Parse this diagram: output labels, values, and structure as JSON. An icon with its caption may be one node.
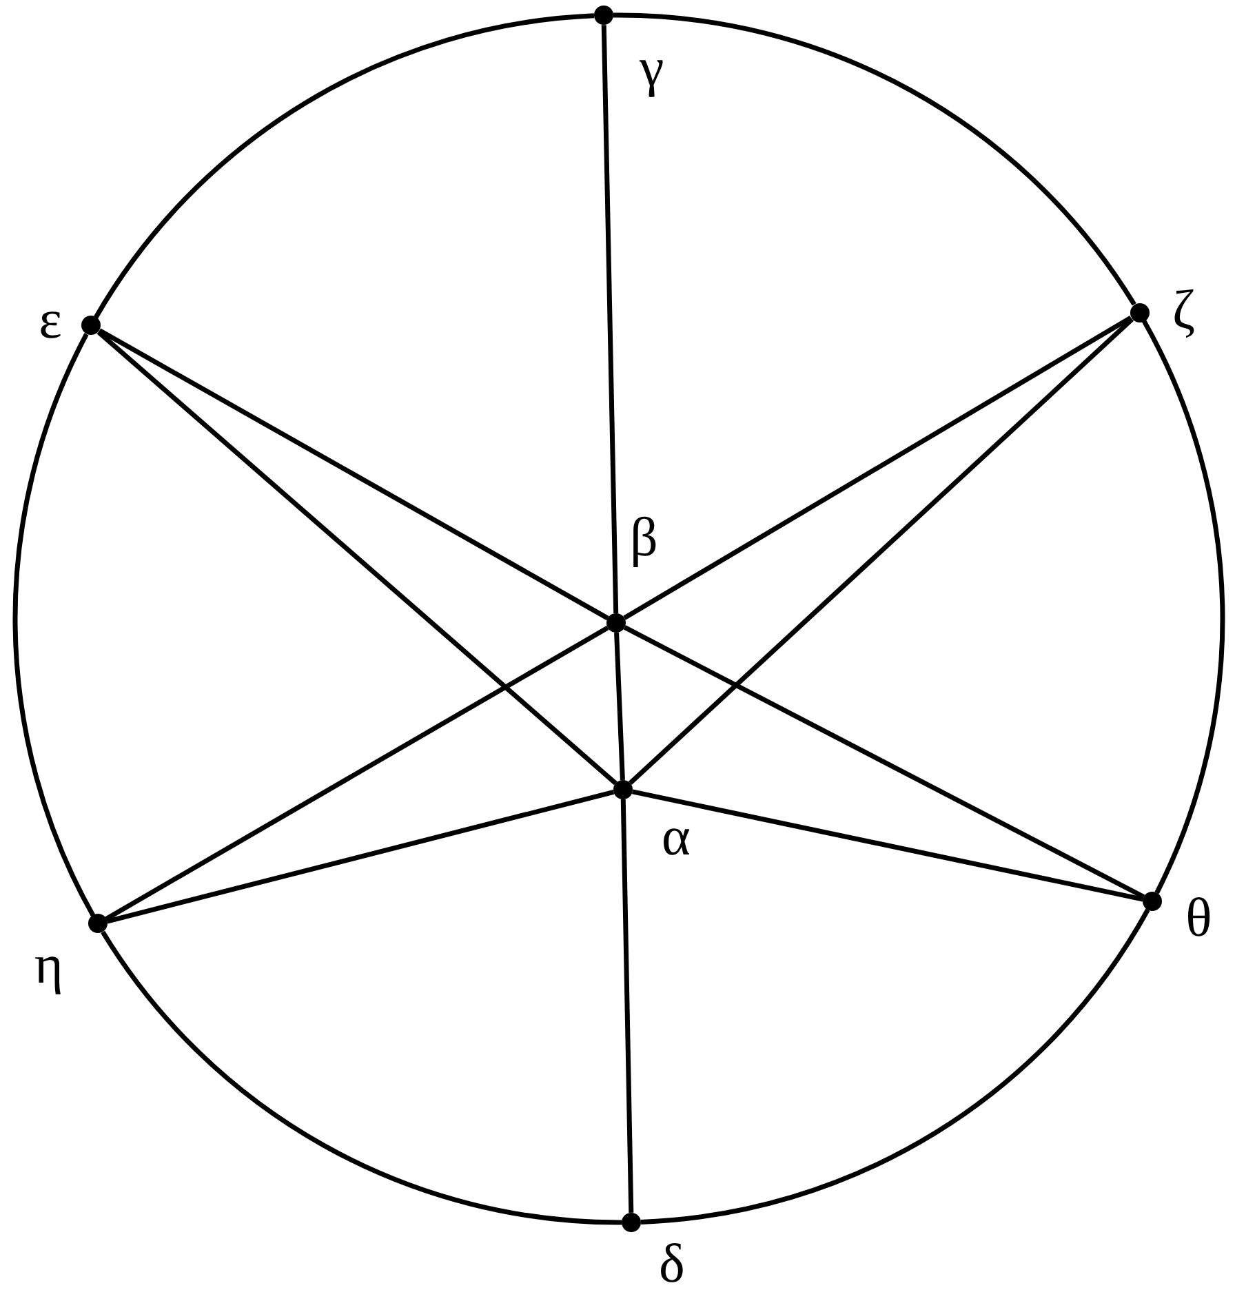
{
  "diagram": {
    "nodes": [
      {
        "text": [],
        "shape": "circle",
        "beside": [
          "γ"
        ]
      },
      {
        "text": [],
        "shape": "circle",
        "beside": [
          "ε"
        ]
      },
      {
        "text": [],
        "shape": "circle",
        "beside": [
          "ζ"
        ]
      },
      {
        "text": [],
        "shape": "circle",
        "beside": [
          "β"
        ]
      },
      {
        "text": [],
        "shape": "circle",
        "beside": [
          "α"
        ]
      },
      {
        "text": [],
        "shape": "circle",
        "beside": [
          "η"
        ]
      },
      {
        "text": [],
        "shape": "circle",
        "beside": [
          "θ"
        ]
      },
      {
        "text": [],
        "shape": "circle",
        "beside": [
          "δ"
        ]
      }
    ],
    "edges": [
      {
        "from": 0,
        "to": 3,
        "arrow": "none"
      },
      {
        "from": 3,
        "to": 4,
        "arrow": "none"
      },
      {
        "from": 4,
        "to": 7,
        "arrow": "none"
      },
      {
        "from": 1,
        "to": 3,
        "arrow": "none"
      },
      {
        "from": 3,
        "to": 6,
        "arrow": "none"
      },
      {
        "from": 1,
        "to": 4,
        "arrow": "none"
      },
      {
        "from": 2,
        "to": 3,
        "arrow": "none"
      },
      {
        "from": 3,
        "to": 5,
        "arrow": "none"
      },
      {
        "from": 2,
        "to": 4,
        "arrow": "none"
      },
      {
        "from": 5,
        "to": 4,
        "arrow": "none"
      },
      {
        "from": 4,
        "to": 6,
        "arrow": "none"
      },
      {
        "from": 0,
        "to": 2,
        "arrow": "none"
      },
      {
        "from": 2,
        "to": 6,
        "arrow": "none"
      },
      {
        "from": 6,
        "to": 7,
        "arrow": "none"
      },
      {
        "from": 7,
        "to": 5,
        "arrow": "none"
      },
      {
        "from": 5,
        "to": 1,
        "arrow": "none"
      },
      {
        "from": 1,
        "to": 0,
        "arrow": "none"
      }
    ]
  }
}
